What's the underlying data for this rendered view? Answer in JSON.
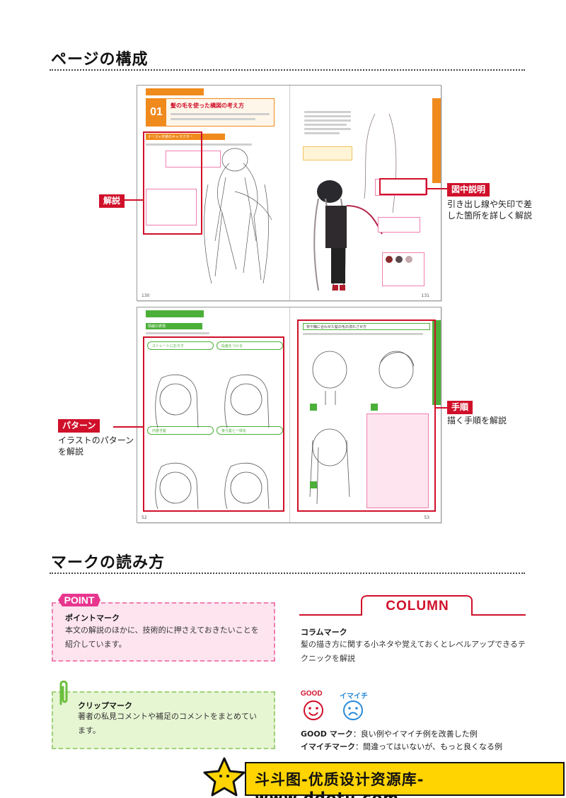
{
  "sections": {
    "page_structure_title": "ページの構成",
    "mark_reading_title": "マークの読み方"
  },
  "spread_top": {
    "heading_number": "01",
    "heading_title": "髪の毛を使った構図の考え方",
    "sub_heading": "ナース+天使のキャラクター",
    "left_page": "130",
    "right_page": "131"
  },
  "spread_bottom": {
    "heading_left": "情緒の表現",
    "heading_right": "背や胸に合わせた髪の毛の流れさせ方",
    "panel_1": "ストレートにおろす",
    "panel_2": "段差をつける",
    "panel_3": "内巻き髪",
    "panel_4": "後ろ髪と一体化",
    "left_page": "52",
    "right_page": "53"
  },
  "annotations": {
    "kaisetsu_label": "解説",
    "zuchu_label": "図中説明",
    "zuchu_desc_1": "引き出し線や矢印で差",
    "zuchu_desc_2": "した箇所を詳しく解説",
    "pattern_label": "パターン",
    "pattern_desc_1": "イラストのパターン",
    "pattern_desc_2": "を解説",
    "tejun_label": "手順",
    "tejun_desc": "描く手順を解説"
  },
  "marks": {
    "point_badge": "POINT",
    "point_title": "ポイントマーク",
    "point_desc_1": "本文の解説のほかに、技術的に押さえておきたいことを",
    "point_desc_2": "紹介しています。",
    "clip_title": "クリップマーク",
    "clip_desc_1": "著者の私見コメントや補足のコメントをまとめてい",
    "clip_desc_2": "ます。",
    "column_badge": "COLUMN",
    "column_title": "コラムマーク",
    "column_desc_1": "髪の描き方に関する小ネタや覚えておくとレベルアップできるテ",
    "column_desc_2": "クニックを解説",
    "good_label": "GOOD",
    "imaichi_label": "イマイチ",
    "good_line_name": "GOOD マーク",
    "good_line_desc": "：良い例やイマイチ例を改善した例",
    "imaichi_line_name": "イマイチマーク",
    "imaichi_line_desc": "：間違ってはいないが、もっと良くなる例"
  },
  "watermark": {
    "text": "斗斗图-优质设计资源库-www.ddotu.com"
  },
  "colors": {
    "accent_red": "#d0102a",
    "orange": "#f08a1c",
    "green": "#4caf3a",
    "pink": "#f07fb0",
    "column_red": "#d0102a",
    "watermark_yellow": "#ffd400"
  }
}
